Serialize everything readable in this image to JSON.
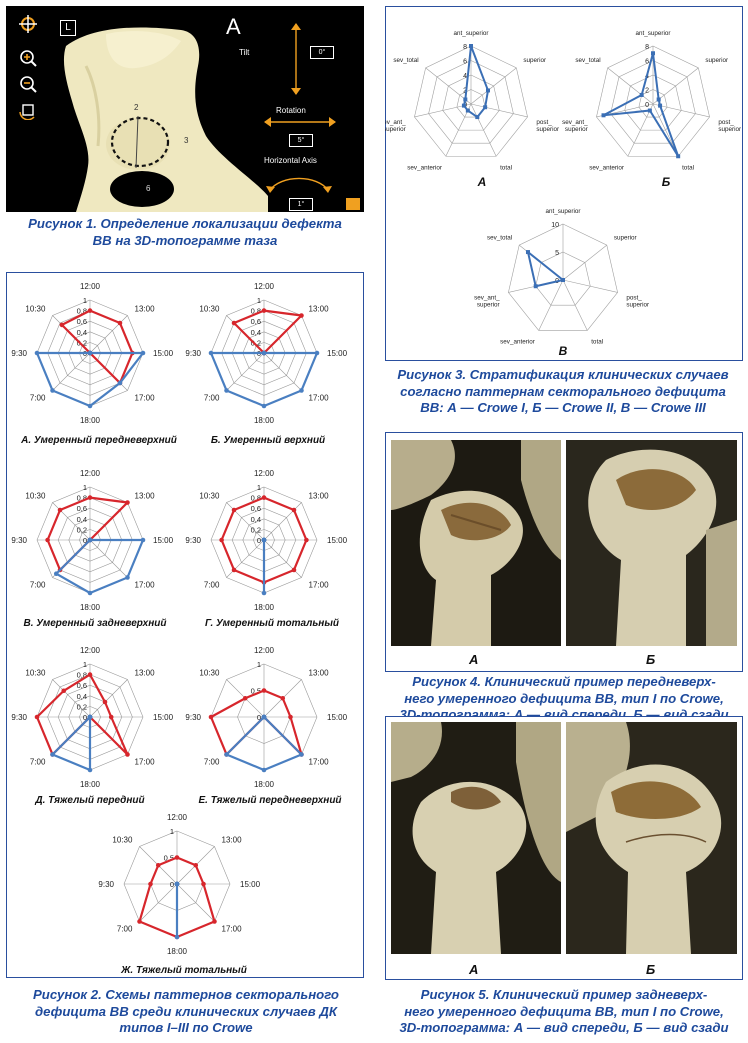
{
  "figure1": {
    "panel_letter": "A",
    "badge": "L",
    "tilt_label": "Tilt",
    "tilt_value": "0°",
    "rotation_label": "Rotation",
    "rotation_value": "5°",
    "horizontal_label": "Horizontal Axis",
    "horizontal_value": "1°",
    "bone_numbers": [
      "2",
      "3",
      "6"
    ],
    "caption_line1": "Рисунок 1. Определение локализации дефекта",
    "caption_line2": "ВВ на 3D-топограмме таза"
  },
  "figure2": {
    "caption_line1": "Рисунок 2. Схемы паттернов секторального",
    "caption_line2": "дефицита ВВ среди клинических случаев ДК",
    "caption_line3": "типов I–III по Crowe"
  },
  "figure3": {
    "caption_line1": "Рисунок 3. Стратификация клинических случаев",
    "caption_line2": "согласно паттернам секторального дефицита",
    "caption_line3": "ВВ: А — Crowe I, Б — Crowe II, В — Crowe III"
  },
  "figure4": {
    "letter_a": "А",
    "letter_b": "Б",
    "caption_line1": "Рисунок 4. Клинический пример передневерх-",
    "caption_line2": "него умеренного дефицита ВВ, тип I по Crowe,",
    "caption_line3": "3D-топограмма: А — вид спереди, Б — вид сзади"
  },
  "figure5": {
    "letter_a": "А",
    "letter_b": "Б",
    "caption_line1": "Рисунок 5. Клинический пример задневерх-",
    "caption_line2": "него умеренного дефицита ВВ, тип I по Crowe,",
    "caption_line3": "3D-топограмма: А — вид спереди, Б — вид сзади"
  },
  "colors": {
    "caption_blue": "#1e4a9c",
    "frame_blue": "#2a4f9e",
    "red": "#d7262c",
    "blue": "#4a7fc1",
    "orange": "#f0a020"
  },
  "chart_data": [
    {
      "id": "fig2-A",
      "type": "radar",
      "title": "А. Умеренный передневерхний",
      "categories": [
        "12:00",
        "13:00",
        "15:00",
        "17:00",
        "18:00",
        "7:00",
        "9:30",
        "10:30"
      ],
      "radial_ticks": [
        "0",
        "0,2",
        "0,4",
        "0,6",
        "0,8",
        "1"
      ],
      "rmax": 1,
      "series": [
        {
          "color": "#d7262c",
          "values": [
            0.8,
            0.8,
            0.8,
            0.8,
            0.0,
            0.0,
            0.0,
            0.75
          ]
        },
        {
          "color": "#4a7fc1",
          "values": [
            0.0,
            0.0,
            1.0,
            0.8,
            1.0,
            1.0,
            1.0,
            0.0
          ]
        }
      ]
    },
    {
      "id": "fig2-B",
      "type": "radar",
      "title": "Б. Умеренный верхний",
      "categories": [
        "12:00",
        "13:00",
        "15:00",
        "17:00",
        "18:00",
        "7:00",
        "9:30",
        "10:30"
      ],
      "radial_ticks": [
        "0",
        "0,2",
        "0,4",
        "0,6",
        "0,8",
        "1"
      ],
      "rmax": 1,
      "series": [
        {
          "color": "#d7262c",
          "values": [
            0.8,
            1.0,
            0.0,
            0.0,
            0.0,
            0.0,
            0.0,
            0.8
          ]
        },
        {
          "color": "#4a7fc1",
          "values": [
            0.0,
            0.0,
            1.0,
            1.0,
            1.0,
            1.0,
            1.0,
            0.0
          ]
        }
      ]
    },
    {
      "id": "fig2-V",
      "type": "radar",
      "title": "В. Умеренный задневерхний",
      "categories": [
        "12:00",
        "13:00",
        "15:00",
        "17:00",
        "18:00",
        "7:00",
        "9:30",
        "10:30"
      ],
      "radial_ticks": [
        "0",
        "0,2",
        "0,4",
        "0,6",
        "0,8",
        "1"
      ],
      "rmax": 1,
      "series": [
        {
          "color": "#d7262c",
          "values": [
            0.8,
            1.0,
            0.0,
            0.0,
            0.0,
            0.8,
            0.8,
            0.8
          ]
        },
        {
          "color": "#4a7fc1",
          "values": [
            0.0,
            0.0,
            1.0,
            1.0,
            1.0,
            0.9,
            0.0,
            0.0
          ]
        }
      ]
    },
    {
      "id": "fig2-G",
      "type": "radar",
      "title": "Г. Умеренный тотальный",
      "categories": [
        "12:00",
        "13:00",
        "15:00",
        "17:00",
        "18:00",
        "7:00",
        "9:30",
        "10:30"
      ],
      "radial_ticks": [
        "0",
        "0,2",
        "0,4",
        "0,6",
        "0,8",
        "1"
      ],
      "rmax": 1,
      "series": [
        {
          "color": "#d7262c",
          "values": [
            0.8,
            0.8,
            0.8,
            0.8,
            0.8,
            0.8,
            0.8,
            0.8
          ]
        },
        {
          "color": "#4a7fc1",
          "values": [
            0.0,
            0.0,
            0.0,
            0.0,
            1.0,
            0.0,
            0.0,
            0.0
          ]
        }
      ]
    },
    {
      "id": "fig2-D",
      "type": "radar",
      "title": "Д. Тяжелый передний",
      "categories": [
        "12:00",
        "13:00",
        "15:00",
        "17:00",
        "18:00",
        "7:00",
        "9:30",
        "10:30"
      ],
      "radial_ticks": [
        "0",
        "0,2",
        "0,4",
        "0,6",
        "0,8",
        "1"
      ],
      "rmax": 1,
      "series": [
        {
          "color": "#d7262c",
          "values": [
            0.8,
            0.4,
            0.4,
            1.0,
            0.0,
            1.0,
            1.0,
            0.7
          ]
        },
        {
          "color": "#4a7fc1",
          "values": [
            0.0,
            0.0,
            0.0,
            0.0,
            1.0,
            1.0,
            0.0,
            0.0
          ]
        }
      ]
    },
    {
      "id": "fig2-E",
      "type": "radar",
      "title": "Е. Тяжелый передневерхний",
      "categories": [
        "12:00",
        "13:00",
        "15:00",
        "17:00",
        "18:00",
        "7:00",
        "9:30",
        "10:30"
      ],
      "radial_ticks": [
        "0",
        "0,5",
        "1"
      ],
      "rmax": 1,
      "series": [
        {
          "color": "#d7262c",
          "values": [
            0.5,
            0.5,
            0.5,
            1.0,
            0.0,
            1.0,
            1.0,
            0.5
          ]
        },
        {
          "color": "#4a7fc1",
          "values": [
            0.0,
            0.0,
            0.0,
            1.0,
            1.0,
            1.0,
            0.0,
            0.0
          ]
        }
      ]
    },
    {
      "id": "fig2-Zh",
      "type": "radar",
      "title": "Ж. Тяжелый тотальный",
      "categories": [
        "12:00",
        "13:00",
        "15:00",
        "17:00",
        "18:00",
        "7:00",
        "9:30",
        "10:30"
      ],
      "radial_ticks": [
        "0",
        "0,5",
        "1"
      ],
      "rmax": 1,
      "series": [
        {
          "color": "#d7262c",
          "values": [
            0.5,
            0.5,
            0.5,
            1.0,
            1.0,
            1.0,
            0.5,
            0.5
          ]
        },
        {
          "color": "#4a7fc1",
          "values": [
            0.0,
            0.0,
            0.0,
            0.0,
            1.0,
            0.0,
            0.0,
            0.0
          ]
        }
      ]
    },
    {
      "id": "fig3-A",
      "type": "radar",
      "title": "А",
      "categories": [
        "ant_superior",
        "superior",
        "post_superior",
        "total",
        "sev_anterior",
        "sev_ant_superior",
        "sev_total"
      ],
      "category_labels": [
        [
          "ant_superior"
        ],
        [
          "superior"
        ],
        [
          "post_",
          "superior"
        ],
        [
          "total"
        ],
        [
          "sev_anterior"
        ],
        [
          "sev_ant_",
          "superior"
        ],
        [
          "sev_total"
        ]
      ],
      "radial_ticks": [
        "0",
        "2",
        "4",
        "6",
        "8"
      ],
      "rmax": 8,
      "series": [
        {
          "color": "#3b6fb5",
          "values": [
            8,
            3,
            2,
            2,
            1,
            1,
            1
          ]
        }
      ]
    },
    {
      "id": "fig3-B",
      "type": "radar",
      "title": "Б",
      "categories": [
        "ant_superior",
        "superior",
        "post_superior",
        "total",
        "sev_anterior",
        "sev_ant_superior",
        "sev_total"
      ],
      "category_labels": [
        [
          "ant_superior"
        ],
        [
          "superior"
        ],
        [
          "post_",
          "superior"
        ],
        [
          "total"
        ],
        [
          "sev_anterior"
        ],
        [
          "sev_ant_",
          "superior"
        ],
        [
          "sev_total"
        ]
      ],
      "radial_ticks": [
        "0",
        "2",
        "4",
        "6",
        "8"
      ],
      "rmax": 8,
      "series": [
        {
          "color": "#3b6fb5",
          "values": [
            7,
            1,
            1,
            8,
            1,
            7,
            2
          ]
        }
      ]
    },
    {
      "id": "fig3-V",
      "type": "radar",
      "title": "В",
      "categories": [
        "ant_superior",
        "superior",
        "post_superior",
        "total",
        "sev_anterior",
        "sev_ant_superior",
        "sev_total"
      ],
      "category_labels": [
        [
          "ant_superior"
        ],
        [
          "superior"
        ],
        [
          "post_",
          "superior"
        ],
        [
          "total"
        ],
        [
          "sev_anterior"
        ],
        [
          "sev_ant_",
          "superior"
        ],
        [
          "sev_total"
        ]
      ],
      "radial_ticks": [
        "0",
        "5",
        "10"
      ],
      "rmax": 10,
      "series": [
        {
          "color": "#3b6fb5",
          "values": [
            0,
            0,
            0,
            0,
            0,
            5,
            8
          ]
        }
      ]
    }
  ]
}
